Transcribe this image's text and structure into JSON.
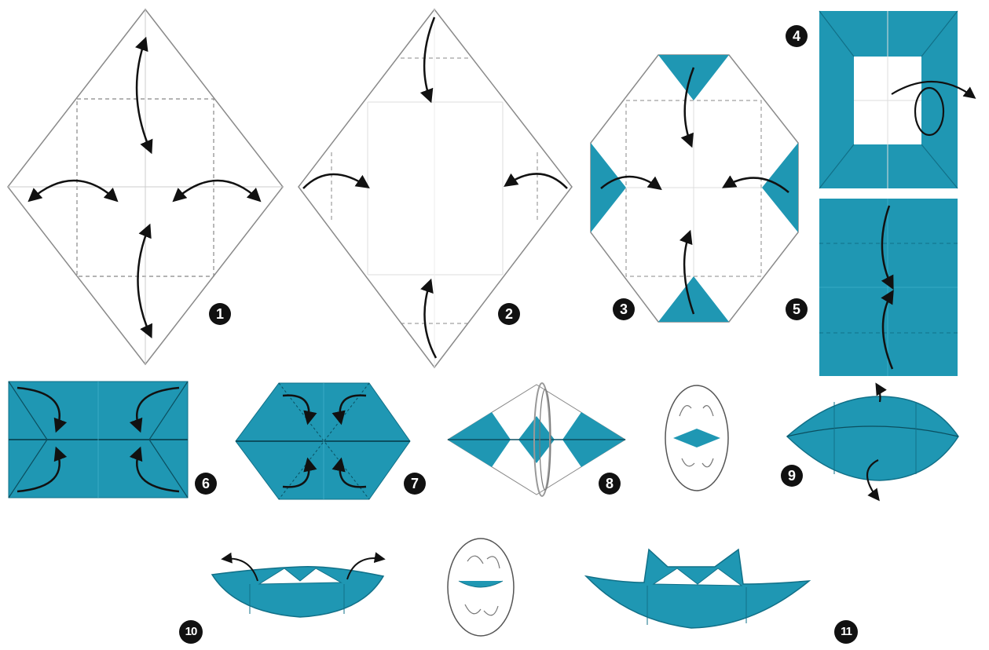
{
  "colors": {
    "paper_blue": "#1f97b3",
    "paper_blue_dark": "#177f98",
    "line": "#111111",
    "edge": "#8a8a8a",
    "crease": "#888888"
  },
  "steps": [
    {
      "number": "1"
    },
    {
      "number": "2"
    },
    {
      "number": "3"
    },
    {
      "number": "4"
    },
    {
      "number": "5"
    },
    {
      "number": "6"
    },
    {
      "number": "7"
    },
    {
      "number": "8"
    },
    {
      "number": "9"
    },
    {
      "number": "10"
    },
    {
      "number": "11"
    }
  ]
}
